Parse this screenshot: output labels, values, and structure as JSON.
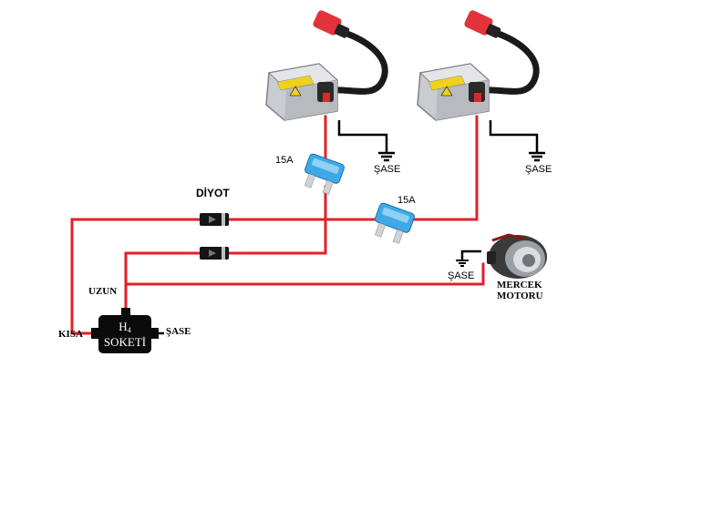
{
  "colors": {
    "wire": "#e0202a",
    "ground": "#000000",
    "fuse": "#3ea9e6",
    "ballast": "#c9ccd0"
  },
  "labels": {
    "diode": "DİYOT",
    "fuse_left": "15A",
    "fuse_right": "15A",
    "ground_ballast_left": "ŞASE",
    "ground_ballast_right": "ŞASE",
    "ground_motor": "ŞASE",
    "ground_socket": "ŞASE",
    "motor_line1": "MERCEK",
    "motor_line2": "MOTORU",
    "uzun": "UZUN",
    "kisa": "KISA",
    "socket_line1": "H",
    "socket_sub": "4",
    "socket_line2": "SOKETİ"
  },
  "icons": [
    "ballast-icon",
    "fuse-icon",
    "diode-icon",
    "ground-icon",
    "projector-motor-icon",
    "socket-icon"
  ]
}
